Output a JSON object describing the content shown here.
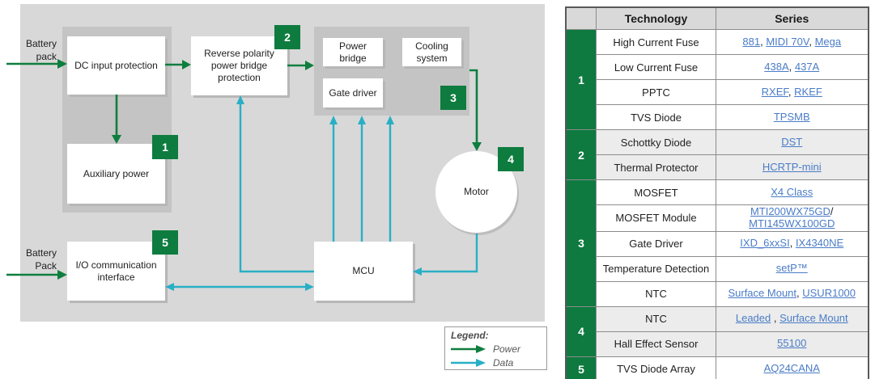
{
  "colors": {
    "power_green": "#0e7e3e",
    "data_cyan": "#29afc5",
    "badge_green": "#0e7c3f",
    "table_green": "#0e7a40",
    "link_blue": "#4a7cc7",
    "panel_gray": "#d8d8d8",
    "inner_gray": "#c4c4c4"
  },
  "diagram": {
    "labels": {
      "battery_top": "Battery pack",
      "battery_bottom": "Battery Pack",
      "dc_input": "DC input protection",
      "reverse": "Reverse polarity power bridge protection",
      "power_bridge": "Power bridge",
      "cooling": "Cooling system",
      "gate_driver": "Gate driver",
      "aux_power": "Auxiliary power",
      "motor": "Motor",
      "mcu": "MCU",
      "io": "I/O communication interface"
    },
    "badges": {
      "b1": "1",
      "b2": "2",
      "b3": "3",
      "b4": "4",
      "b5": "5"
    },
    "legend": {
      "title": "Legend:",
      "power": "Power",
      "data": "Data"
    }
  },
  "table": {
    "headers": {
      "technology": "Technology",
      "series": "Series"
    },
    "groups": [
      {
        "number": "1",
        "shaded": false,
        "rows": [
          {
            "technology": "High Current Fuse",
            "series": [
              {
                "text": "881",
                "link": true
              },
              {
                "text": ", "
              },
              {
                "text": "MIDI 70V",
                "link": true
              },
              {
                "text": ", "
              },
              {
                "text": "Mega",
                "link": true
              }
            ]
          },
          {
            "technology": "Low Current Fuse",
            "series": [
              {
                "text": "438A",
                "link": true
              },
              {
                "text": ", "
              },
              {
                "text": "437A",
                "link": true
              }
            ]
          },
          {
            "technology": "PPTC",
            "series": [
              {
                "text": "RXEF",
                "link": true
              },
              {
                "text": ", "
              },
              {
                "text": "RKEF",
                "link": true
              }
            ]
          },
          {
            "technology": "TVS Diode",
            "series": [
              {
                "text": "TPSMB",
                "link": true
              }
            ]
          }
        ]
      },
      {
        "number": "2",
        "shaded": true,
        "rows": [
          {
            "technology": "Schottky Diode",
            "series": [
              {
                "text": "DST",
                "link": true
              }
            ]
          },
          {
            "technology": "Thermal Protector",
            "series": [
              {
                "text": "HCRTP-mini",
                "link": true
              }
            ]
          }
        ]
      },
      {
        "number": "3",
        "shaded": false,
        "rows": [
          {
            "technology": "MOSFET",
            "series": [
              {
                "text": "X4 Class",
                "link": true
              }
            ]
          },
          {
            "technology": "MOSFET Module",
            "series": [
              {
                "text": "MTI200WX75GD",
                "link": true
              },
              {
                "text": "/"
              },
              {
                "break": true
              },
              {
                "text": "MTI145WX100GD",
                "link": true
              }
            ]
          },
          {
            "technology": "Gate Driver",
            "series": [
              {
                "text": "IXD_6xxSI",
                "link": true
              },
              {
                "text": ", "
              },
              {
                "text": "IX4340NE",
                "link": true
              }
            ]
          },
          {
            "technology": "Temperature Detection",
            "series": [
              {
                "text": "setP™",
                "link": true
              }
            ]
          },
          {
            "technology": "NTC",
            "series": [
              {
                "text": "Surface Mount",
                "link": true
              },
              {
                "text": ", "
              },
              {
                "text": "USUR1000",
                "link": true
              }
            ]
          }
        ]
      },
      {
        "number": "4",
        "shaded": true,
        "rows": [
          {
            "technology": "NTC",
            "series": [
              {
                "text": "Leaded",
                "link": true
              },
              {
                "text": " , "
              },
              {
                "text": "Surface Mount",
                "link": true
              }
            ]
          },
          {
            "technology": "Hall Effect Sensor",
            "series": [
              {
                "text": "55100",
                "link": true
              }
            ]
          }
        ]
      },
      {
        "number": "5",
        "shaded": false,
        "rows": [
          {
            "technology": "TVS Diode Array",
            "series": [
              {
                "text": "AQ24CANA",
                "link": true
              }
            ]
          }
        ]
      }
    ]
  }
}
